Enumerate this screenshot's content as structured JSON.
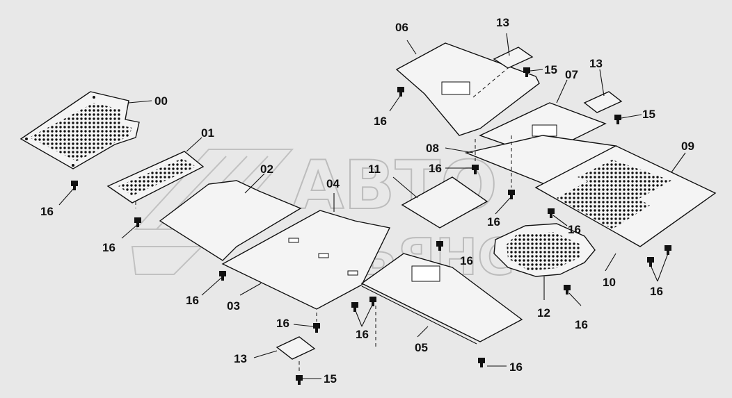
{
  "watermark": {
    "line1": "АВТО",
    "line2": "АЛЬЯНС"
  },
  "labels": {
    "p00": "00",
    "p01": "01",
    "p02": "02",
    "p03": "03",
    "p04": "04",
    "p05": "05",
    "p06": "06",
    "p07": "07",
    "p08": "08",
    "p09": "09",
    "p10": "10",
    "p11": "11",
    "p12": "12",
    "p13": "13",
    "p15": "15",
    "p16": "16"
  }
}
